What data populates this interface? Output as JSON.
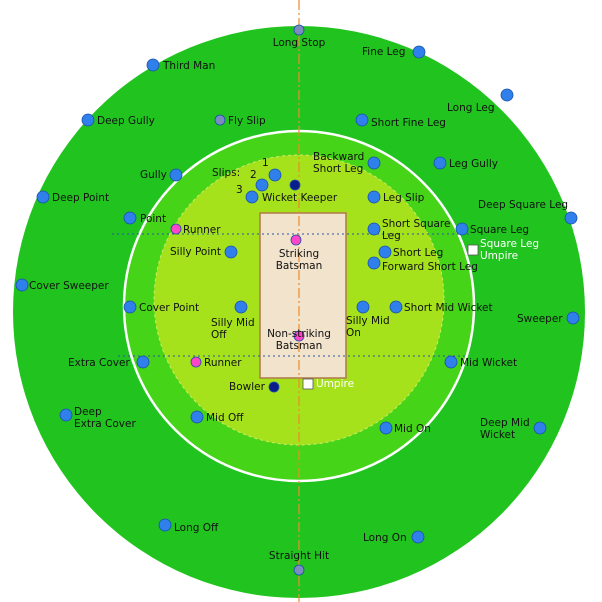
{
  "colors": {
    "outfield": "#21c41f",
    "ring": "#45d418",
    "infield": "#a6e21c",
    "boundary_line": "#ffffff",
    "pitch_fill": "#f2e3cc",
    "pitch_stroke": "#b07a4a",
    "axis_line": "#f08a2a",
    "crease_line": "#2b54a8",
    "fielder": "#2f80ea",
    "fielder_stroke": "#1a4fa8",
    "batsman": "#ff45c8",
    "keeper_bowler": "#0b1d8a",
    "stop_marker": "#7c8cc0",
    "umpire": "#ffffff"
  },
  "positions": [
    {
      "label": "Long Stop",
      "kind": "stop"
    },
    {
      "label": "Fine Leg",
      "kind": "fielder"
    },
    {
      "label": "Third Man",
      "kind": "fielder"
    },
    {
      "label": "Long Leg",
      "kind": "fielder"
    },
    {
      "label": "Deep Gully",
      "kind": "fielder"
    },
    {
      "label": "Fly Slip",
      "kind": "stop"
    },
    {
      "label": "Short Fine Leg",
      "kind": "fielder"
    },
    {
      "label": "Backward Short Leg",
      "kind": "fielder"
    },
    {
      "label": "Leg Gully",
      "kind": "fielder"
    },
    {
      "label": "Gully",
      "kind": "fielder"
    },
    {
      "label": "Slips:",
      "kind": "text"
    },
    {
      "label": "1",
      "kind": "fielder"
    },
    {
      "label": "2",
      "kind": "fielder"
    },
    {
      "label": "3",
      "kind": "fielder"
    },
    {
      "label": "Wicket Keeper",
      "kind": "keeper"
    },
    {
      "label": "Deep Point",
      "kind": "fielder"
    },
    {
      "label": "Leg Slip",
      "kind": "fielder"
    },
    {
      "label": "Deep Square Leg",
      "kind": "fielder"
    },
    {
      "label": "Point",
      "kind": "fielder"
    },
    {
      "label": "Runner",
      "kind": "batsman"
    },
    {
      "label": "Short Square Leg",
      "kind": "fielder"
    },
    {
      "label": "Square Leg",
      "kind": "fielder"
    },
    {
      "label": "Square Leg Umpire",
      "kind": "umpire"
    },
    {
      "label": "Striking Batsman",
      "kind": "batsman"
    },
    {
      "label": "Silly Point",
      "kind": "fielder"
    },
    {
      "label": "Short Leg",
      "kind": "fielder"
    },
    {
      "label": "Forward Short Leg",
      "kind": "fielder"
    },
    {
      "label": "Cover Sweeper",
      "kind": "fielder"
    },
    {
      "label": "Cover Point",
      "kind": "fielder"
    },
    {
      "label": "Silly Mid Off",
      "kind": "fielder"
    },
    {
      "label": "Silly Mid On",
      "kind": "fielder"
    },
    {
      "label": "Short Mid Wicket",
      "kind": "fielder"
    },
    {
      "label": "Sweeper",
      "kind": "fielder"
    },
    {
      "label": "Non-striking Batsman",
      "kind": "batsman"
    },
    {
      "label": "Extra Cover",
      "kind": "fielder"
    },
    {
      "label": "Runner",
      "kind": "batsman"
    },
    {
      "label": "Mid Wicket",
      "kind": "fielder"
    },
    {
      "label": "Bowler",
      "kind": "keeper"
    },
    {
      "label": "Umpire",
      "kind": "umpire"
    },
    {
      "label": "Deep Extra Cover",
      "kind": "fielder"
    },
    {
      "label": "Mid Off",
      "kind": "fielder"
    },
    {
      "label": "Mid On",
      "kind": "fielder"
    },
    {
      "label": "Deep Mid Wicket",
      "kind": "fielder"
    },
    {
      "label": "Long Off",
      "kind": "fielder"
    },
    {
      "label": "Long On",
      "kind": "fielder"
    },
    {
      "label": "Straight Hit",
      "kind": "stop"
    }
  ]
}
